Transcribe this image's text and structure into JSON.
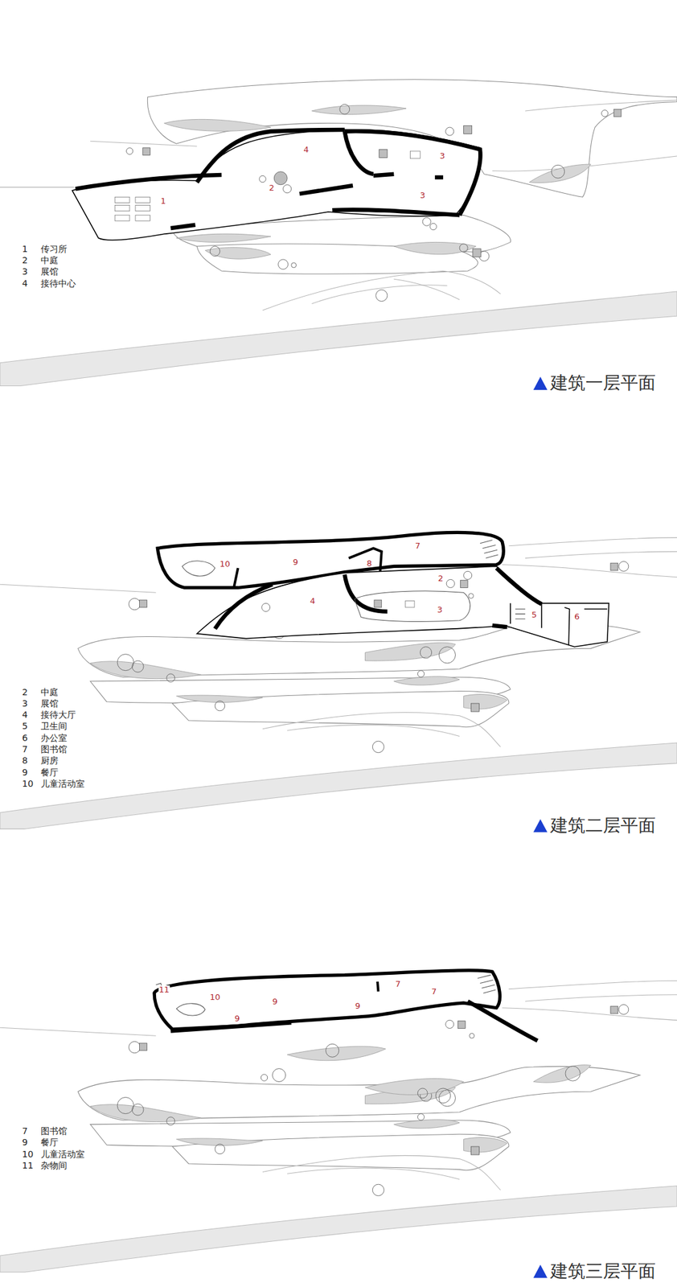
{
  "diagram": {
    "labels": [
      "4",
      "3",
      "2",
      "3",
      "1",
      "1",
      "传习所",
      "2",
      "中庭",
      "3",
      "展馆",
      "4",
      "接待中心",
      "建筑一层平面",
      "10",
      "9",
      "8",
      "7",
      "2",
      "4",
      "3",
      "5",
      "6",
      "2",
      "中庭",
      "3",
      "展馆",
      "4",
      "接待大厅",
      "5",
      "卫生间",
      "6",
      "办公室",
      "7",
      "图书馆",
      "8",
      "厨房",
      "9",
      "餐厅",
      "10",
      "儿童活动室",
      "建筑二层平面",
      "11",
      "10",
      "9",
      "7",
      "7",
      "9",
      "9",
      "7",
      "图书馆",
      "9",
      "餐厅",
      "10",
      "儿童活动室",
      "11",
      "杂物间",
      "建筑三层平面"
    ]
  }
}
